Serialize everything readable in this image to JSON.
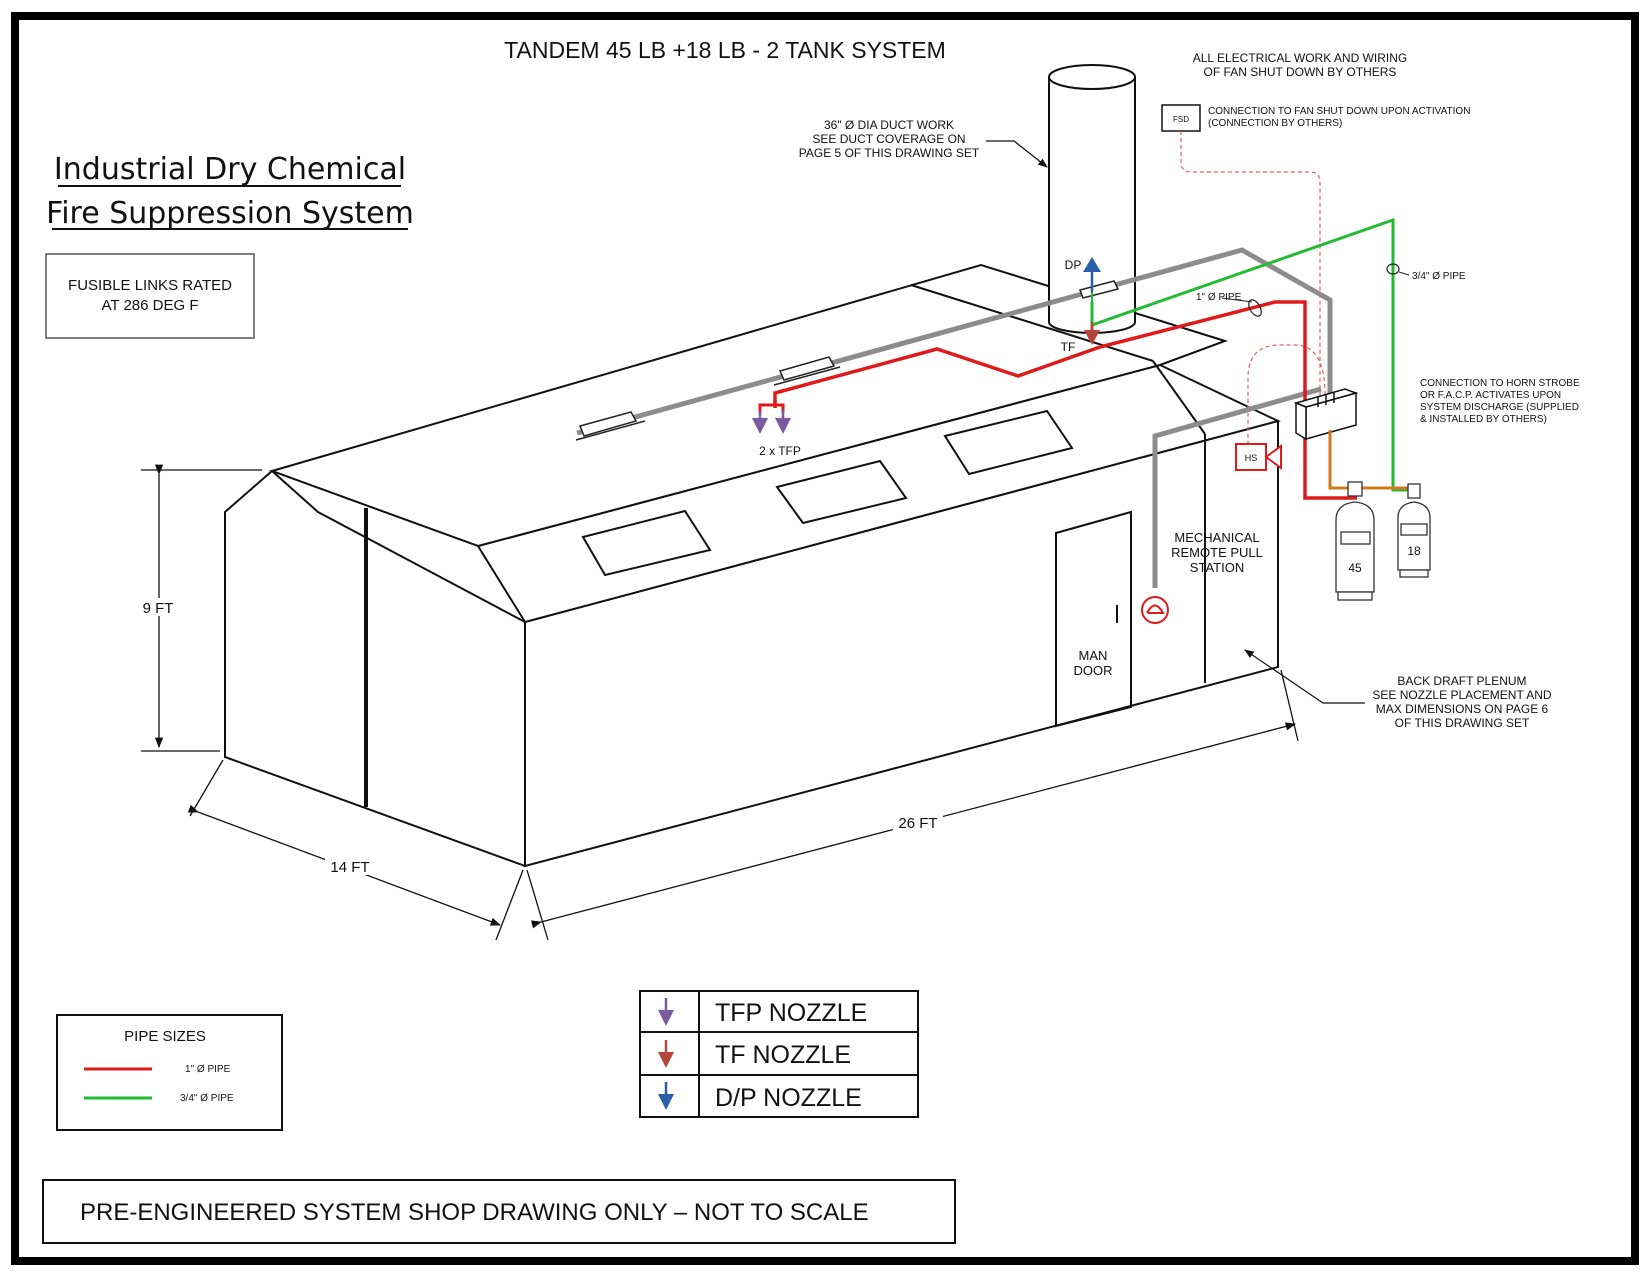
{
  "header": {
    "system_title": "TANDEM  45 LB +18 LB - 2 TANK SYSTEM",
    "main_title_line1": "Industrial Dry Chemical",
    "main_title_line2": "Fire Suppression System"
  },
  "fusible_box": {
    "line1": "FUSIBLE LINKS RATED",
    "line2": "AT 286 DEG F"
  },
  "notes": {
    "electrical_line1": "ALL ELECTRICAL WORK AND WIRING",
    "electrical_line2": "OF FAN SHUT DOWN BY OTHERS",
    "fsd_label": "FSD",
    "fsd_note_line1": "CONNECTION TO FAN SHUT DOWN UPON ACTIVATION",
    "fsd_note_line2": "(CONNECTION BY OTHERS)",
    "duct_line1": "36\" Ø DIA DUCT WORK",
    "duct_line2": "SEE DUCT COVERAGE ON",
    "duct_line3": "PAGE 5 OF THIS DRAWING SET",
    "pipe_3_4": "3/4\" Ø PIPE",
    "pipe_1": "1\" Ø PIPE",
    "dp": "DP",
    "tf": "TF",
    "two_tfp": "2 x TFP",
    "horn_line1": "CONNECTION TO HORN STROBE",
    "horn_line2": "OR F.A.C.P. ACTIVATES UPON",
    "horn_line3": "SYSTEM DISCHARGE (SUPPLIED",
    "horn_line4": "& INSTALLED BY OTHERS)",
    "hs_label": "HS",
    "mech_line1": "MECHANICAL",
    "mech_line2": "REMOTE PULL",
    "mech_line3": "STATION",
    "door_line1": "MAN",
    "door_line2": "DOOR",
    "tank_45": "45",
    "tank_18": "18",
    "plenum_line1": "BACK DRAFT PLENUM",
    "plenum_line2": "SEE NOZZLE PLACEMENT AND",
    "plenum_line3": "MAX DIMENSIONS ON PAGE 6",
    "plenum_line4": "OF THIS DRAWING SET"
  },
  "dimensions": {
    "height": "9 FT",
    "width": "14 FT",
    "length": "26 FT"
  },
  "pipe_legend": {
    "title": "PIPE SIZES",
    "items": [
      {
        "label": "1\" Ø PIPE",
        "color": "#e01a1a"
      },
      {
        "label": "3/4\" Ø PIPE",
        "color": "#22bb33"
      }
    ]
  },
  "nozzle_legend": {
    "items": [
      {
        "label": "TFP NOZZLE",
        "color": "#7a5a9e"
      },
      {
        "label": "TF NOZZLE",
        "color": "#b5473a"
      },
      {
        "label": "D/P NOZZLE",
        "color": "#2a5fa8"
      }
    ]
  },
  "footer": {
    "note": "PRE-ENGINEERED SYSTEM SHOP DRAWING ONLY – NOT TO SCALE"
  },
  "colors": {
    "pipe_1in": "#e01a1a",
    "pipe_3_4in": "#22bb33",
    "pipe_cable": "#8c8c8c",
    "actuator_line": "#d2791f",
    "electrical_dashed": "#e06060"
  }
}
